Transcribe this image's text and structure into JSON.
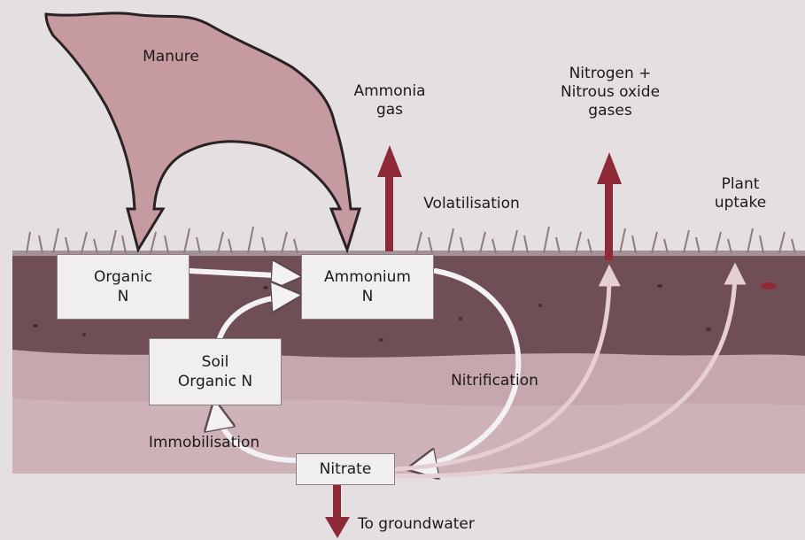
{
  "labels": {
    "manure": "Manure",
    "ammonia_gas": "Ammonia\ngas",
    "nitrogen_gases": "Nitrogen +\nNitrous oxide\ngases",
    "plant_uptake": "Plant\nuptake",
    "volatilisation": "Volatilisation",
    "nitrification": "Nitrification",
    "immobilisation": "Immobilisation",
    "to_groundwater": "To groundwater"
  },
  "boxes": {
    "organic_n": "Organic\nN",
    "ammonium": "Ammonium\nN",
    "soil_organic_n": "Soil\nOrganic N",
    "nitrate": "Nitrate"
  },
  "colors": {
    "manure_fill": "#c59aa0",
    "gas_arrow": "#8e2a37",
    "topsoil": "#6f4e55",
    "subsoil": "#c6a7ad",
    "grass": "#8f7a7e",
    "pale_arrow": "#e6cfd3"
  }
}
